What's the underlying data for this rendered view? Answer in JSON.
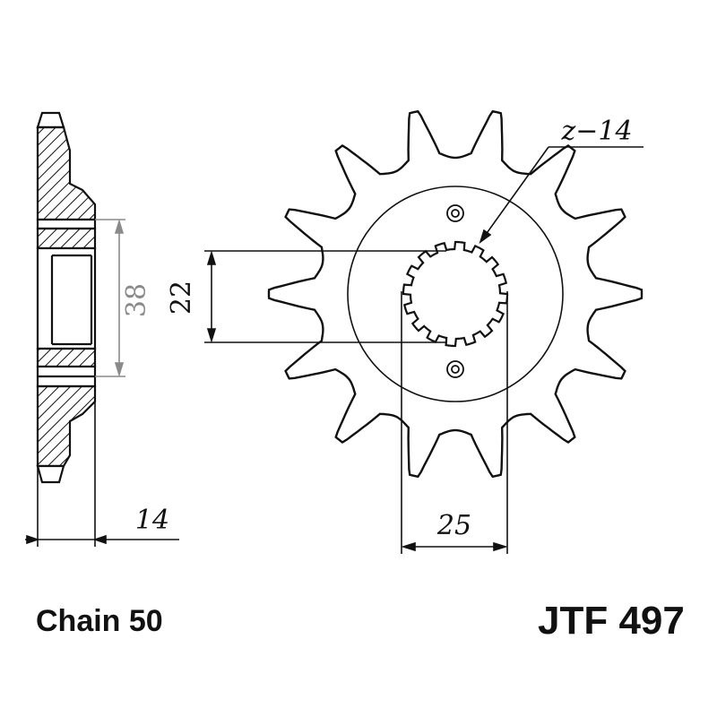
{
  "drawing": {
    "teeth_label": "z−14",
    "shaft_diameter": "22",
    "hub_diameter": "38",
    "spline_width": "25",
    "thickness": "14",
    "tooth_count": 14
  },
  "footer": {
    "chain_label": "Chain 50",
    "part_number": "JTF 497"
  },
  "colors": {
    "line": "#111111",
    "grey_text": "#8a8a8a"
  }
}
